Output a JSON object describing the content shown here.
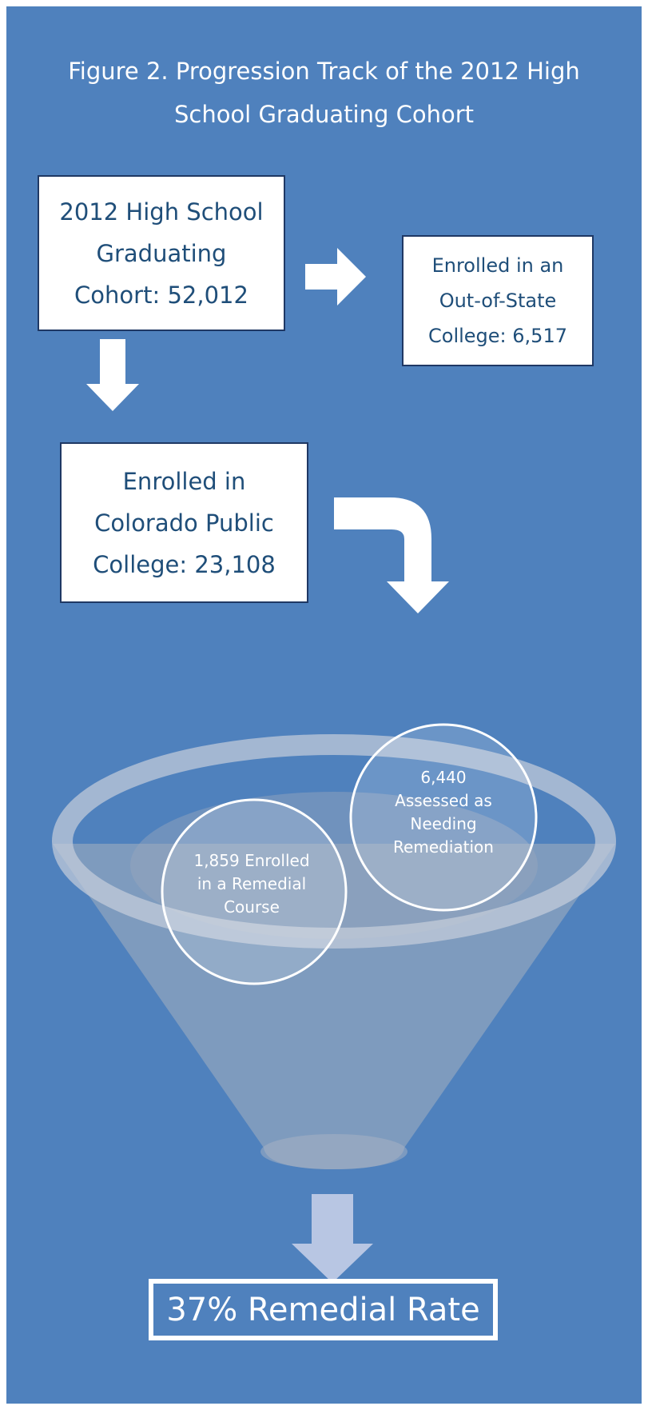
{
  "figure": {
    "title_line1": "Figure 2. Progression Track of the 2012 High",
    "title_line2": "School Graduating Cohort"
  },
  "boxes": {
    "cohort": [
      "2012 High School",
      "Graduating",
      "Cohort: 52,012"
    ],
    "out_of_state": [
      "Enrolled in an",
      "Out-of-State",
      "College: 6,517"
    ],
    "colorado": [
      "Enrolled in",
      "Colorado Public",
      "College: 23,108"
    ]
  },
  "funnel": {
    "assessed": [
      "6,440",
      "Assessed as",
      "Needing",
      "Remediation"
    ],
    "enrolled_remedial": [
      "1,859 Enrolled",
      "in a Remedial",
      "Course"
    ]
  },
  "result": {
    "label": "37% Remedial Rate"
  },
  "colors": {
    "background": "#4f81bd",
    "box_text": "#1f4e79",
    "box_border": "#1f3864",
    "arrow": "#ffffff"
  }
}
